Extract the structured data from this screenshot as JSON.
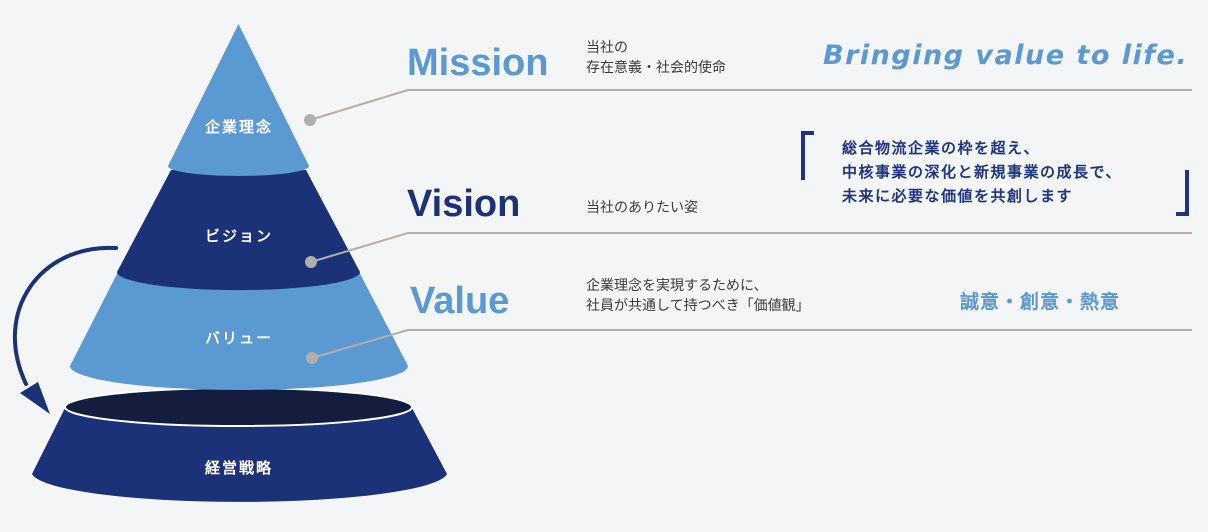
{
  "colors": {
    "light_blue": "#5b99d3",
    "navy": "#1c3278",
    "dark_navy": "#141d3d",
    "line_gray": "#b4aea8",
    "vision_text": "#1f3580"
  },
  "pyramid": {
    "top": "企業理念",
    "vision": "ビジョン",
    "value": "バリュー",
    "base": "経営戦略"
  },
  "mission": {
    "heading": "Mission",
    "desc_line1": "当社の",
    "desc_line2": "存在意義・社会的使命",
    "tagline": "Bringing value to life."
  },
  "vision": {
    "heading": "Vision",
    "desc": "当社のありたい姿",
    "open_bracket": "「",
    "close_bracket": "」",
    "statement_line1": "総合物流企業の枠を超え、",
    "statement_line2": "中核事業の深化と新規事業の成長で、",
    "statement_line3": "未来に必要な価値を共創します"
  },
  "value": {
    "heading": "Value",
    "desc_line1": "企業理念を実現するために、",
    "desc_line2": "社員が共通して持つべき「価値観」",
    "tagline": "誠意・創意・熱意"
  }
}
